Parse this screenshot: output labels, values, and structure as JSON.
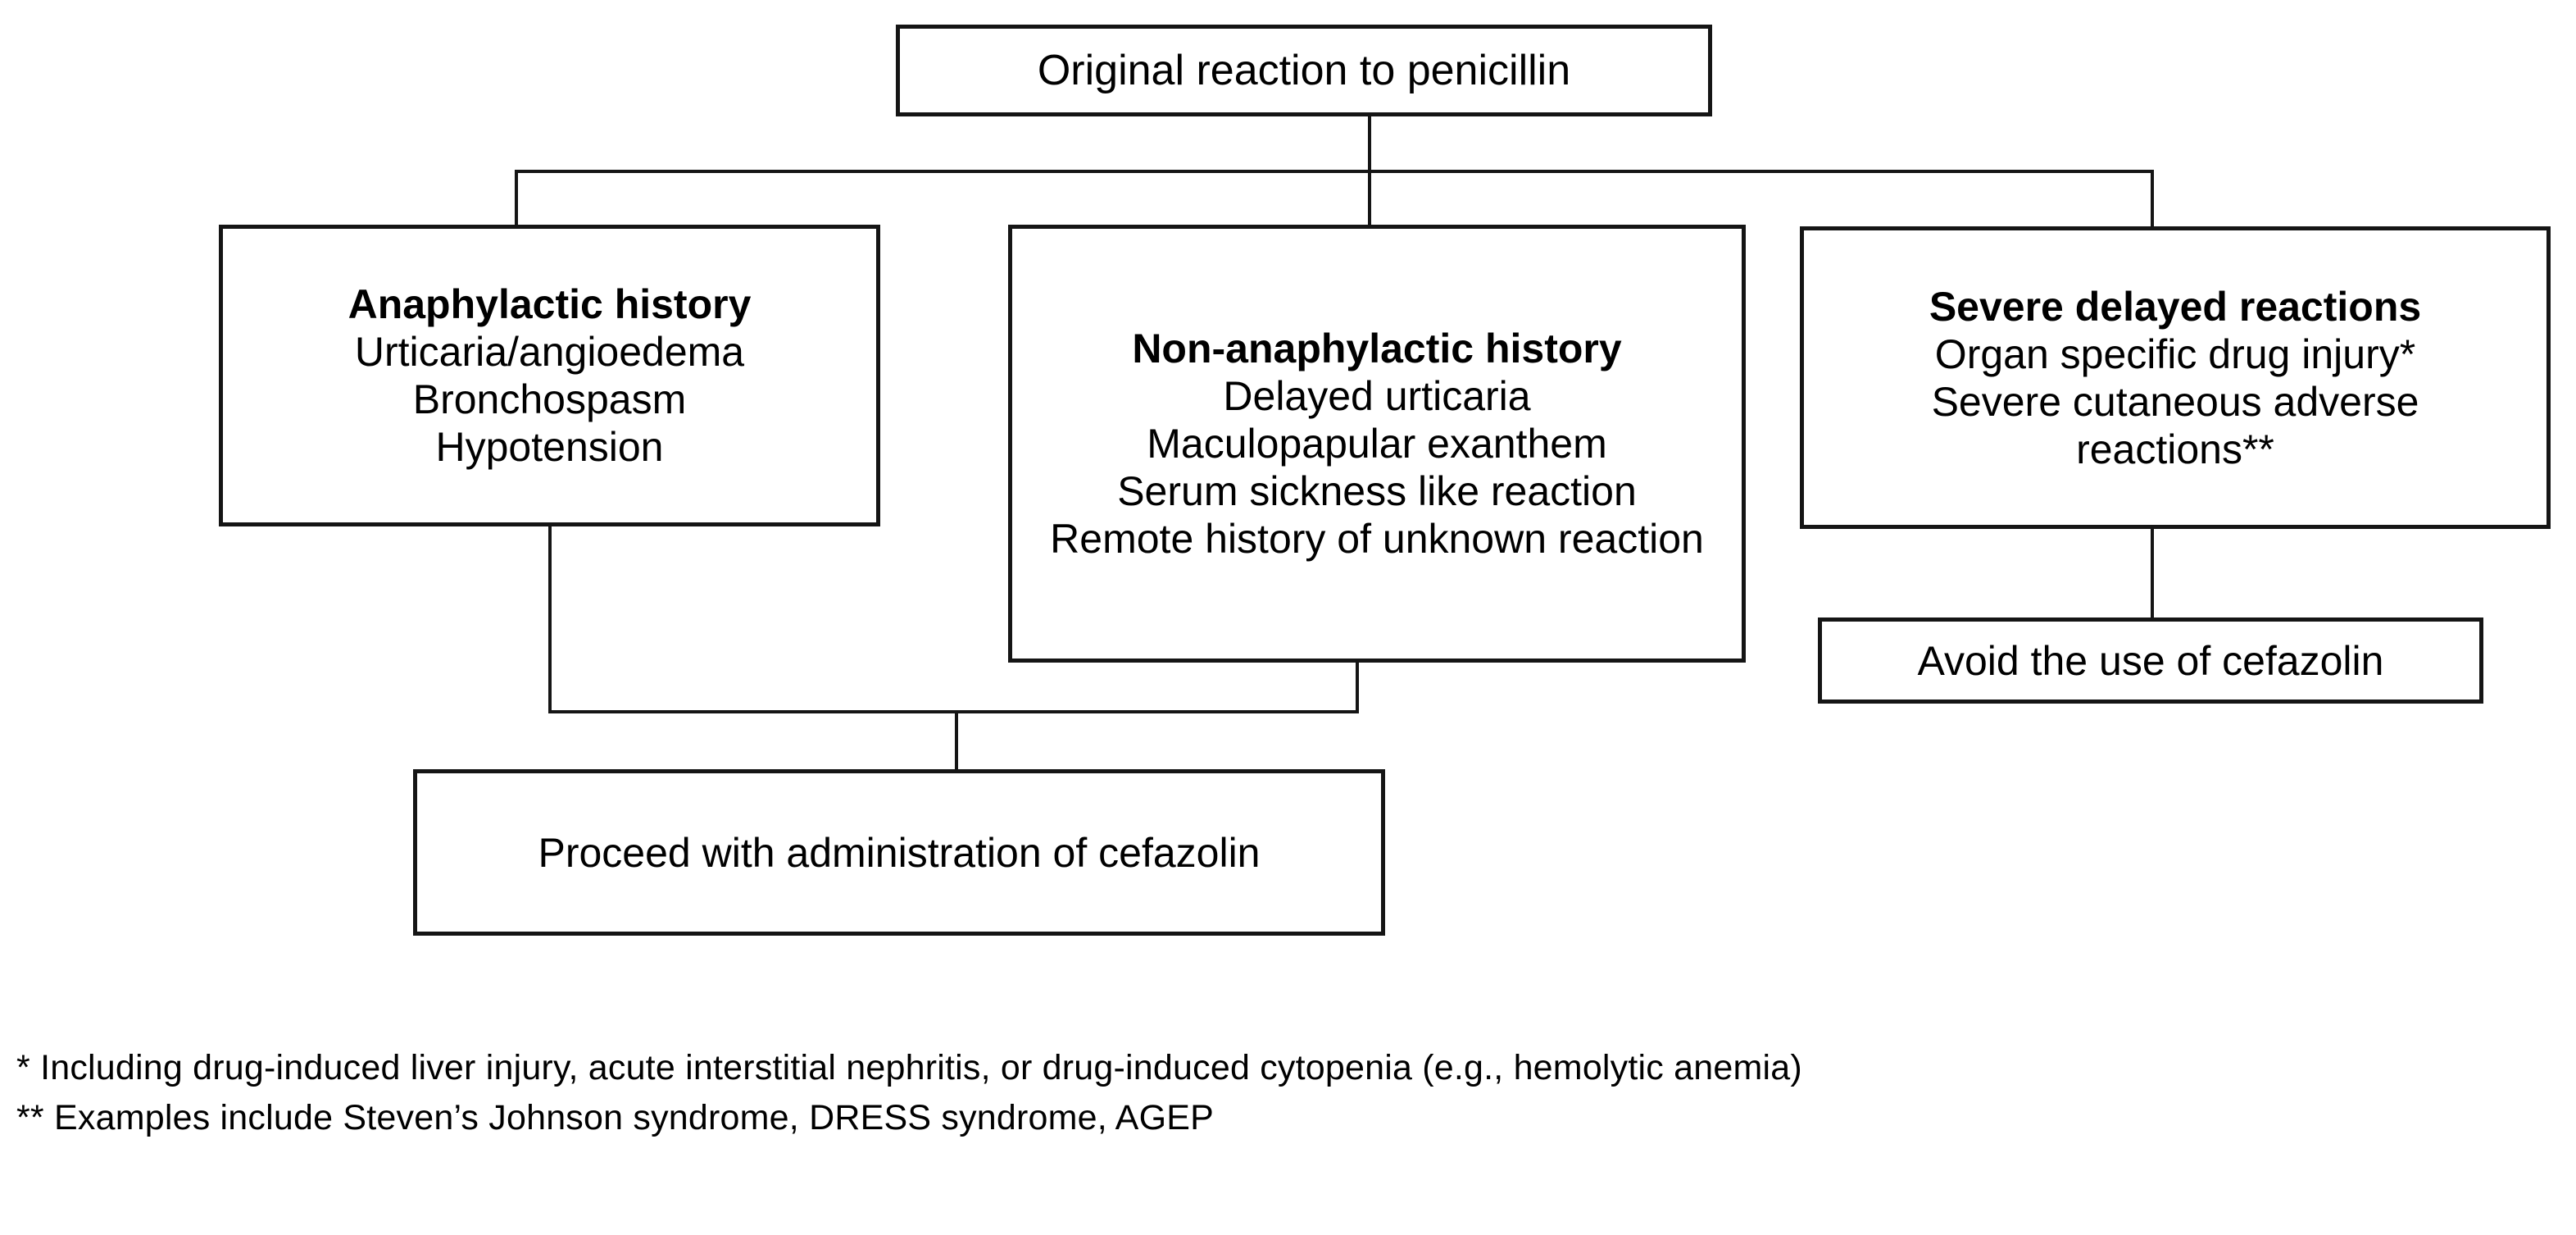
{
  "diagram": {
    "title": "Original reaction to penicillin decision flowchart",
    "root": {
      "label": "Original reaction to penicillin"
    },
    "branches": [
      {
        "id": "anaphylactic",
        "heading": "Anaphylactic history",
        "items": [
          "Urticaria/angioedema",
          "Bronchospasm",
          "Hypotension"
        ]
      },
      {
        "id": "non-anaphylactic",
        "heading": "Non-anaphylactic history",
        "items": [
          "Delayed urticaria",
          "Maculopapular exanthem",
          "Serum sickness like reaction",
          "Remote history of unknown reaction"
        ]
      },
      {
        "id": "severe-delayed",
        "heading": "Severe delayed reactions",
        "items": [
          "Organ specific drug injury*",
          "Severe cutaneous adverse reactions**"
        ]
      }
    ],
    "outcomes": [
      {
        "id": "proceed",
        "label": "Proceed with administration of cefazolin"
      },
      {
        "id": "avoid",
        "label": "Avoid the use of cefazolin"
      }
    ],
    "footnotes": [
      "* Including drug-induced liver injury, acute interstitial nephritis, or drug-induced cytopenia (e.g., hemolytic anemia)",
      "** Examples include Steven’s Johnson syndrome,  DRESS syndrome, AGEP"
    ],
    "colors": {
      "stroke": "#151515",
      "background": "#ffffff",
      "text": "#000000"
    }
  }
}
